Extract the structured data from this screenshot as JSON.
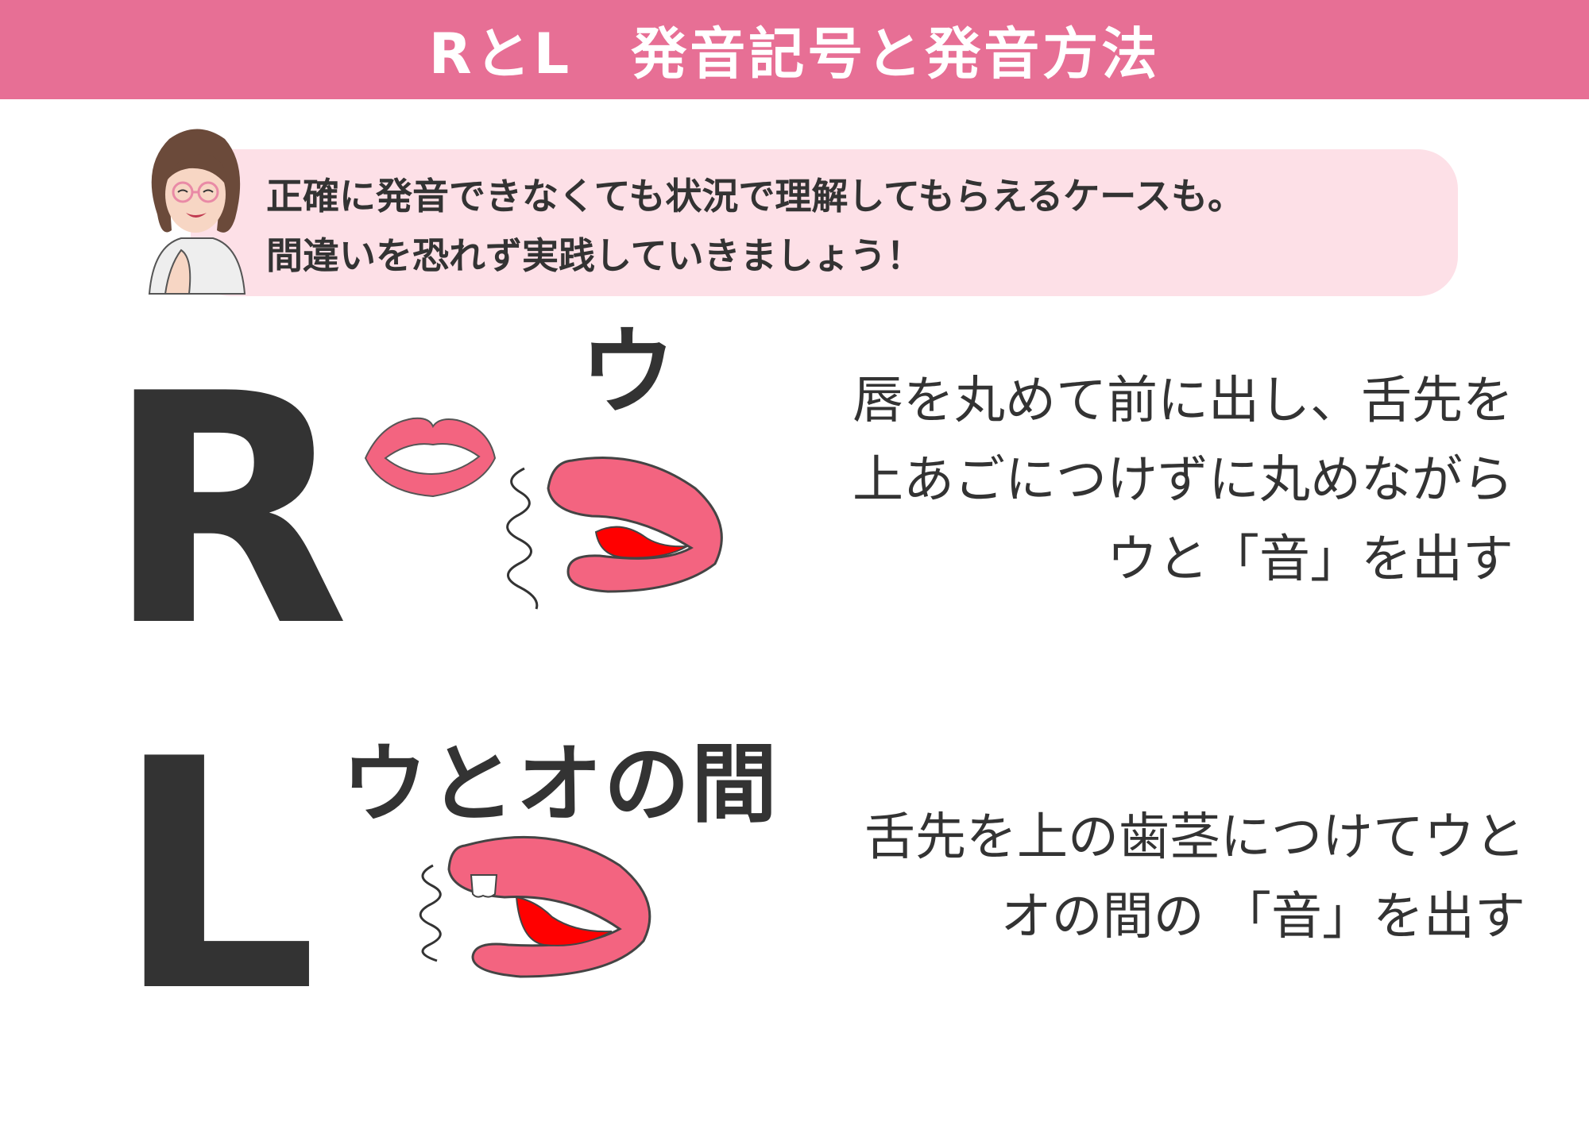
{
  "header": {
    "title": "RとL　発音記号と発音方法"
  },
  "speech": {
    "lines": [
      "正確に発音できなくても状況で理解してもらえるケースも。",
      "間違いを恐れず実践していきましょう！"
    ]
  },
  "r_section": {
    "letter": "R",
    "kana": "ウ",
    "description": [
      "唇を丸めて前に出し、舌先を",
      "上あごにつけずに丸めながら",
      "ウと「音」を出す"
    ]
  },
  "l_section": {
    "letter": "L",
    "kana": "ウとオの間",
    "description": [
      "舌先を上の歯茎につけてウと",
      "オの間の 「音」を出す"
    ]
  },
  "colors": {
    "header_bg": "#e76f95",
    "speech_bg": "#fde0e7",
    "lip_pink": "#f36480",
    "tongue_red": "#ff0000",
    "text": "#333333"
  },
  "icons": [
    "woman-avatar-icon",
    "lips-icon",
    "mouth-side-icon",
    "sound-wave-icon",
    "tooth-icon"
  ]
}
